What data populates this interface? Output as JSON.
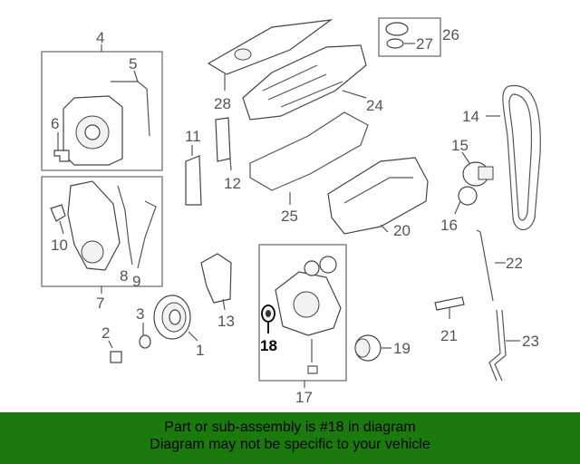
{
  "callouts": {
    "c1": "1",
    "c2": "2",
    "c3": "3",
    "c4": "4",
    "c5": "5",
    "c6": "6",
    "c7": "7",
    "c8": "8",
    "c9": "9",
    "c10": "10",
    "c11": "11",
    "c12": "12",
    "c13": "13",
    "c14": "14",
    "c15": "15",
    "c16": "16",
    "c17": "17",
    "c18": "18",
    "c19": "19",
    "c20": "20",
    "c21": "21",
    "c22": "22",
    "c23": "23",
    "c24": "24",
    "c25": "25",
    "c26": "26",
    "c27": "27",
    "c28": "28"
  },
  "highlight_part": "18",
  "footer": {
    "line1": "Part or sub-assembly is #18 in diagram",
    "line2": "Diagram may not be specific to your vehicle"
  },
  "colors": {
    "footer_bg": "#1a7a0c",
    "line": "#555555",
    "highlight": "#000000"
  }
}
